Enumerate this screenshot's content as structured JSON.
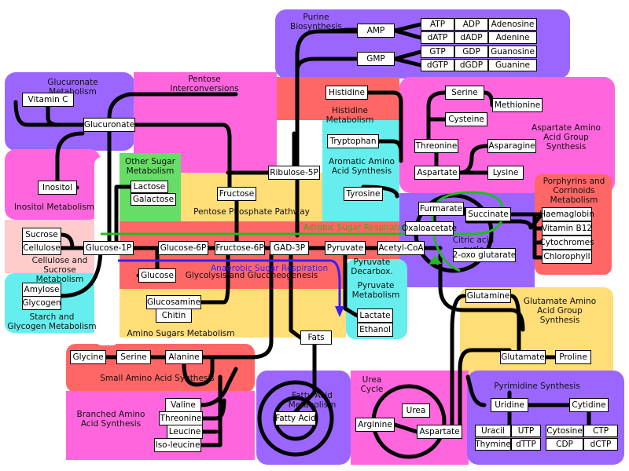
{
  "regions": [
    {
      "id": "purine",
      "title": "Purine Biosynthesis",
      "color": "#9b66ff"
    },
    {
      "id": "glucuronate",
      "title": "Glucuronate Metabolism",
      "color": "#9b66ff"
    },
    {
      "id": "pentose-interconv",
      "title": "Pentose\nInterconversions",
      "color": "#ff66dd"
    },
    {
      "id": "histidine",
      "title": "Histidine Metabolism",
      "color": "#ff6666"
    },
    {
      "id": "aspartate",
      "title": "Aspartate Amino\nAcid Group\nSynthesis",
      "color": "#ff66dd"
    },
    {
      "id": "other-sugar",
      "title": "Other Sugar\nMetabolism",
      "color": "#66dd66"
    },
    {
      "id": "aromatic",
      "title": "Aromatic Amino\nAcid Synthesis",
      "color": "#66eeee"
    },
    {
      "id": "porphyrins",
      "title": "Porphyrins and\nCorrinoids\nMetabolism",
      "color": "#ff6666"
    },
    {
      "id": "inositol",
      "title": "Inositol Metabolism",
      "color": "#ff66dd"
    },
    {
      "id": "pentose-phosphate",
      "title": "Pentose Phosphate Pathway",
      "color": "#ffdd77"
    },
    {
      "id": "citric",
      "title": "Citric acid cycle",
      "color": "#9b66ff"
    },
    {
      "id": "cellulose",
      "title": "Cellulose and\nSucrose Metabolism",
      "color": "#ffcccc"
    },
    {
      "id": "glycolysis",
      "title": "Glycolysis and Gluconeogenesis",
      "color": "#ff6666"
    },
    {
      "id": "pyruvate-decarbox",
      "title": "Pyruvate\nDecarbox.",
      "color": "#ff6666"
    },
    {
      "id": "pyruvate-metab",
      "title": "Pyruvate\nMetabolism",
      "color": "#66eeee"
    },
    {
      "id": "starch",
      "title": "Starch and\nGlycogen Metabolism",
      "color": "#66eeee"
    },
    {
      "id": "amino-sugars",
      "title": "Amino Sugars Metabolism",
      "color": "#ffdd77"
    },
    {
      "id": "glutamate",
      "title": "Glutamate Amino\nAcid Group\nSynthesis",
      "color": "#ffdd77"
    },
    {
      "id": "small-amino",
      "title": "Small Amino Acid Synthesis",
      "color": "#ff6666"
    },
    {
      "id": "branched",
      "title": "Branched Amino\nAcid Synthesis",
      "color": "#ff66dd"
    },
    {
      "id": "fatty-acid",
      "title": "Fatty Acid\nMetabolism",
      "color": "#9b66ff"
    },
    {
      "id": "urea",
      "title": "Urea Cycle",
      "color": "#ff66dd"
    },
    {
      "id": "pyrimidine",
      "title": "Pyrimidine Synthesis",
      "color": "#9b66ff"
    }
  ],
  "nodes": [
    {
      "id": "amp",
      "label": "AMP"
    },
    {
      "id": "gmp",
      "label": "GMP"
    },
    {
      "id": "atp",
      "label": "ATP"
    },
    {
      "id": "adp",
      "label": "ADP"
    },
    {
      "id": "adenosine",
      "label": "Adenosine"
    },
    {
      "id": "datp",
      "label": "dATP"
    },
    {
      "id": "dadp",
      "label": "dADP"
    },
    {
      "id": "adenine",
      "label": "Adenine"
    },
    {
      "id": "gtp",
      "label": "GTP"
    },
    {
      "id": "gdp",
      "label": "GDP"
    },
    {
      "id": "guanosine",
      "label": "Guanosine"
    },
    {
      "id": "dgtp",
      "label": "dGTP"
    },
    {
      "id": "dgdp",
      "label": "dGDP"
    },
    {
      "id": "guanine",
      "label": "Guanine"
    },
    {
      "id": "vitamin-c",
      "label": "Vitamin C"
    },
    {
      "id": "glucuronate",
      "label": "Glucuronate"
    },
    {
      "id": "histidine",
      "label": "Histidine"
    },
    {
      "id": "serine-top",
      "label": "Serine"
    },
    {
      "id": "methionine",
      "label": "Methionine"
    },
    {
      "id": "cysteine",
      "label": "Cysteine"
    },
    {
      "id": "tryptophan",
      "label": "Tryptophan"
    },
    {
      "id": "threonine-top",
      "label": "Threonine"
    },
    {
      "id": "asparagine",
      "label": "Asparagine"
    },
    {
      "id": "aspartate-top",
      "label": "Aspartate"
    },
    {
      "id": "lysine",
      "label": "Lysine"
    },
    {
      "id": "ribulose-5p",
      "label": "Ribulose-5P"
    },
    {
      "id": "tyrosine",
      "label": "Tyrosine"
    },
    {
      "id": "inositol",
      "label": "Inositol"
    },
    {
      "id": "lactose",
      "label": "Lactose"
    },
    {
      "id": "galactose",
      "label": "Galactose"
    },
    {
      "id": "fructose",
      "label": "Fructose"
    },
    {
      "id": "furmarate",
      "label": "Furmarate"
    },
    {
      "id": "succinate",
      "label": "Succinate"
    },
    {
      "id": "haemaglobin",
      "label": "Haemaglobin"
    },
    {
      "id": "vitamin-b12",
      "label": "Vitamin B12"
    },
    {
      "id": "cytochromes",
      "label": "Cytochromes"
    },
    {
      "id": "chlorophyll",
      "label": "Chlorophyll"
    },
    {
      "id": "sucrose",
      "label": "Sucrose"
    },
    {
      "id": "cellulose",
      "label": "Cellulose"
    },
    {
      "id": "oxaloacetate",
      "label": "Oxaloacetate"
    },
    {
      "id": "glucose-1p",
      "label": "Glucose-1P"
    },
    {
      "id": "glucose-6p",
      "label": "Glucose-6P"
    },
    {
      "id": "fructose-6p",
      "label": "Fructose-6P"
    },
    {
      "id": "gad-3p",
      "label": "GAD-3P"
    },
    {
      "id": "pyruvate",
      "label": "Pyruvate"
    },
    {
      "id": "acetyl-coa",
      "label": "Acetyl-CoA"
    },
    {
      "id": "oxoglutarate",
      "label": "2-oxo glutarate"
    },
    {
      "id": "glucose",
      "label": "Glucose"
    },
    {
      "id": "amylose",
      "label": "Amylose"
    },
    {
      "id": "glycogen",
      "label": "Glycogen"
    },
    {
      "id": "glutamine",
      "label": "Glutamine"
    },
    {
      "id": "glucosamine",
      "label": "Glucosamine"
    },
    {
      "id": "chitin",
      "label": "Chitin"
    },
    {
      "id": "lactate",
      "label": "Lactate"
    },
    {
      "id": "ethanol",
      "label": "Ethanol"
    },
    {
      "id": "fats",
      "label": "Fats"
    },
    {
      "id": "glycine",
      "label": "Glycine"
    },
    {
      "id": "serine-bottom",
      "label": "Serine"
    },
    {
      "id": "alanine",
      "label": "Alanine"
    },
    {
      "id": "glutamate",
      "label": "Glutamate"
    },
    {
      "id": "proline",
      "label": "Proline"
    },
    {
      "id": "valine",
      "label": "Valine"
    },
    {
      "id": "threonine-bottom",
      "label": "Threonine"
    },
    {
      "id": "leucine",
      "label": "Leucine"
    },
    {
      "id": "iso-leucine",
      "label": "Iso-leucine"
    },
    {
      "id": "urea",
      "label": "Urea"
    },
    {
      "id": "uridine",
      "label": "Uridine"
    },
    {
      "id": "cytidine",
      "label": "Cytidine"
    },
    {
      "id": "fatty-acid",
      "label": "Fatty Acid"
    },
    {
      "id": "arginine",
      "label": "Arginine"
    },
    {
      "id": "aspartate-bottom",
      "label": "Aspartate"
    },
    {
      "id": "uracil",
      "label": "Uracil"
    },
    {
      "id": "utp",
      "label": "UTP"
    },
    {
      "id": "cytosine",
      "label": "Cytosine"
    },
    {
      "id": "ctp",
      "label": "CTP"
    },
    {
      "id": "thymine",
      "label": "Thymine"
    },
    {
      "id": "dttp",
      "label": "dTTP"
    },
    {
      "id": "cdp",
      "label": "CDP"
    },
    {
      "id": "dctp",
      "label": "dCTP"
    }
  ],
  "flows": [
    {
      "id": "aerobic",
      "label": "Aerobic Sugar Respiration",
      "color": "#22bb22"
    },
    {
      "id": "anaerobic",
      "label": "Anaerobic Sugar Respiration",
      "color": "#3a1ff0"
    }
  ]
}
